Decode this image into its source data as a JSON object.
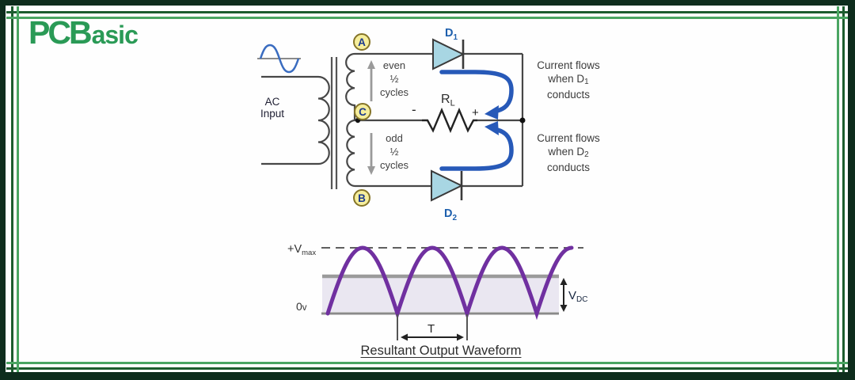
{
  "logo": {
    "bold_part": "PCB",
    "rest_part": "asic",
    "color": "#2a9a56"
  },
  "circuit": {
    "ac_source": {
      "line1": "AC",
      "line2": "Input"
    },
    "nodes": {
      "a": "A",
      "c": "C",
      "b": "B"
    },
    "winding_top": {
      "line1": "even",
      "line2": "½",
      "line3": "cycles"
    },
    "winding_bottom": {
      "line1": "odd",
      "line2": "½",
      "line3": "cycles"
    },
    "diode_top": {
      "base": "D",
      "sub": "1"
    },
    "diode_bottom": {
      "base": "D",
      "sub": "2"
    },
    "load": {
      "base": "R",
      "sub": "L",
      "minus": "-",
      "plus": "+"
    },
    "flow_top": {
      "line1": "Current flows",
      "line2_base": "when D",
      "line2_sub": "1",
      "line3": "conducts"
    },
    "flow_bottom": {
      "line1": "Current flows",
      "line2_base": "when D",
      "line2_sub": "2",
      "line3": "conducts"
    },
    "colors": {
      "wire": "#474747",
      "diode_fill": "#a8d6e3",
      "current_arrow": "#2759b8",
      "node_fill": "#f6ee9c",
      "node_border": "#857428",
      "node_text": "#1c3a8e",
      "diode_label": "#1d5fad",
      "sine_blue": "#3a6cc0"
    }
  },
  "waveform": {
    "labels": {
      "peak_base": "+V",
      "peak_sub": "max",
      "zero_base": "0",
      "zero_sub": "v",
      "dc_base": "V",
      "dc_sub": "DC",
      "period": "T"
    },
    "caption": "Resultant Output Waveform",
    "colors": {
      "trace": "#7030a0",
      "dc_band": "#eae7f1",
      "dc_line": "#9b9b9b"
    },
    "shape": {
      "type": "full-wave-rectified-sine",
      "humps_full": 3,
      "humps_partial": 1,
      "peak_level_label": "+Vmax",
      "baseline_label": "0v",
      "dc_level_label": "VDC",
      "period_marker": "T"
    }
  },
  "frame": {
    "outer": "#0e2d1d",
    "rule_dark": "#1c5c2e",
    "rule_light": "#4aa562"
  }
}
